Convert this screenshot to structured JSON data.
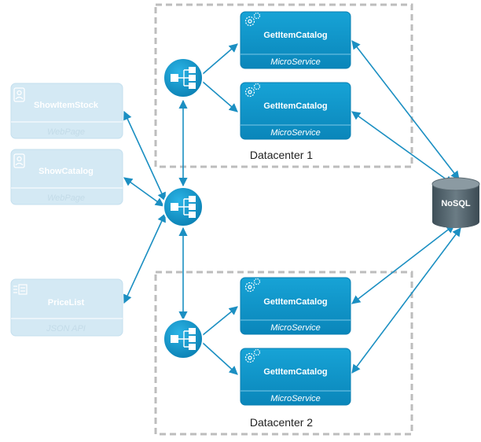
{
  "datacenters": [
    {
      "label": "Datacenter 1"
    },
    {
      "label": "Datacenter 2"
    }
  ],
  "microservices": [
    {
      "title": "GetItemCatalog",
      "subtitle": "MicroService"
    },
    {
      "title": "GetItemCatalog",
      "subtitle": "MicroService"
    },
    {
      "title": "GetItemCatalog",
      "subtitle": "MicroService"
    },
    {
      "title": "GetItemCatalog",
      "subtitle": "MicroService"
    }
  ],
  "clients": [
    {
      "title": "ShowItemStock",
      "subtitle": "WebPage"
    },
    {
      "title": "ShowCatalog",
      "subtitle": "WebPage"
    },
    {
      "title": "PriceList",
      "subtitle": "JSON API"
    }
  ],
  "database": {
    "label": "NoSQL"
  },
  "colors": {
    "service_blue": "#0e8fc4",
    "client_blue": "#d4e9f4",
    "connector_blue": "#1b8fc2",
    "dashed_border": "#bdbdbd"
  }
}
